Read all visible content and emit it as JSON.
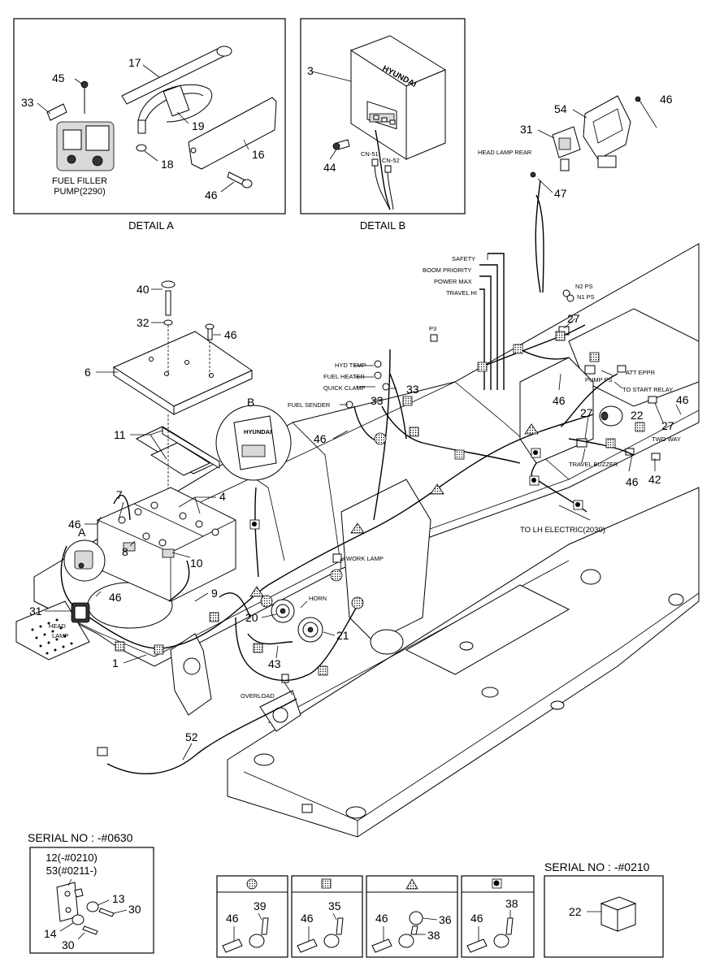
{
  "details": {
    "a_caption": "DETAIL  A",
    "b_caption": "DETAIL  B",
    "a_numbers": [
      "17",
      "45",
      "33",
      "19",
      "18",
      "16",
      "46"
    ],
    "a_pump_label_1": "FUEL FILLER",
    "a_pump_label_2": "PUMP(2290)",
    "b_numbers": [
      "3",
      "44"
    ],
    "b_brand": "HYUNDAI",
    "b_connectors": [
      "CN-51",
      "CN-52"
    ]
  },
  "main": {
    "callouts": [
      "40",
      "32",
      "46",
      "6",
      "11",
      "7",
      "4",
      "46",
      "8",
      "10",
      "46",
      "31",
      "9",
      "1",
      "20",
      "21",
      "43",
      "52",
      "54",
      "46",
      "31",
      "47",
      "27",
      "46",
      "27",
      "22",
      "46",
      "27",
      "46",
      "42",
      "33",
      "33",
      "46"
    ],
    "zoom_a": "A",
    "zoom_b": "B",
    "wire_labels": {
      "head_lamp_rear": "HEAD LAMP REAR",
      "safety": "SAFETY",
      "boom_priority": "BOOM PRIORITY",
      "power_max": "POWER MAX",
      "travel_hi": "TRAVEL HI",
      "n2_ps": "N2 PS",
      "n1_ps": "N1 PS",
      "p3": "P3",
      "hyd_temp": "HYD TEMP",
      "fuel_heater": "FUEL HEATER",
      "quick_clamp": "QUICK CLAMP",
      "fuel_sender": "FUEL SENDER",
      "pump_ps": "PUMP PS",
      "att_eppr": "ATT EPPR",
      "to_start_relay": "TO START RELAY",
      "two_way": "TWO WAY",
      "travel_buzzer": "TRAVEL BUZZER",
      "to_lh_electric": "TO LH ELECTRIC(2030)",
      "work_lamp": "WORK LAMP",
      "horn": "HORN",
      "overload": "OVERLOAD",
      "head_lamp_1": "HEAD",
      "head_lamp_2": "LAMP"
    }
  },
  "serial_left": {
    "title": "SERIAL NO : -#0630",
    "line1": "12(-#0210)",
    "line2": "53(#0211-)",
    "numbers": [
      "13",
      "30",
      "14",
      "30"
    ]
  },
  "serial_right": {
    "title": "SERIAL NO : -#0210",
    "number": "22"
  },
  "legend": [
    {
      "symbol": "circle-dotted",
      "parts": [
        "46",
        "39"
      ]
    },
    {
      "symbol": "square-dotted",
      "parts": [
        "46",
        "35"
      ]
    },
    {
      "symbol": "triangle-dotted",
      "parts": [
        "46",
        "36",
        "38"
      ]
    },
    {
      "symbol": "square-black-dot",
      "parts": [
        "46",
        "38"
      ]
    }
  ]
}
